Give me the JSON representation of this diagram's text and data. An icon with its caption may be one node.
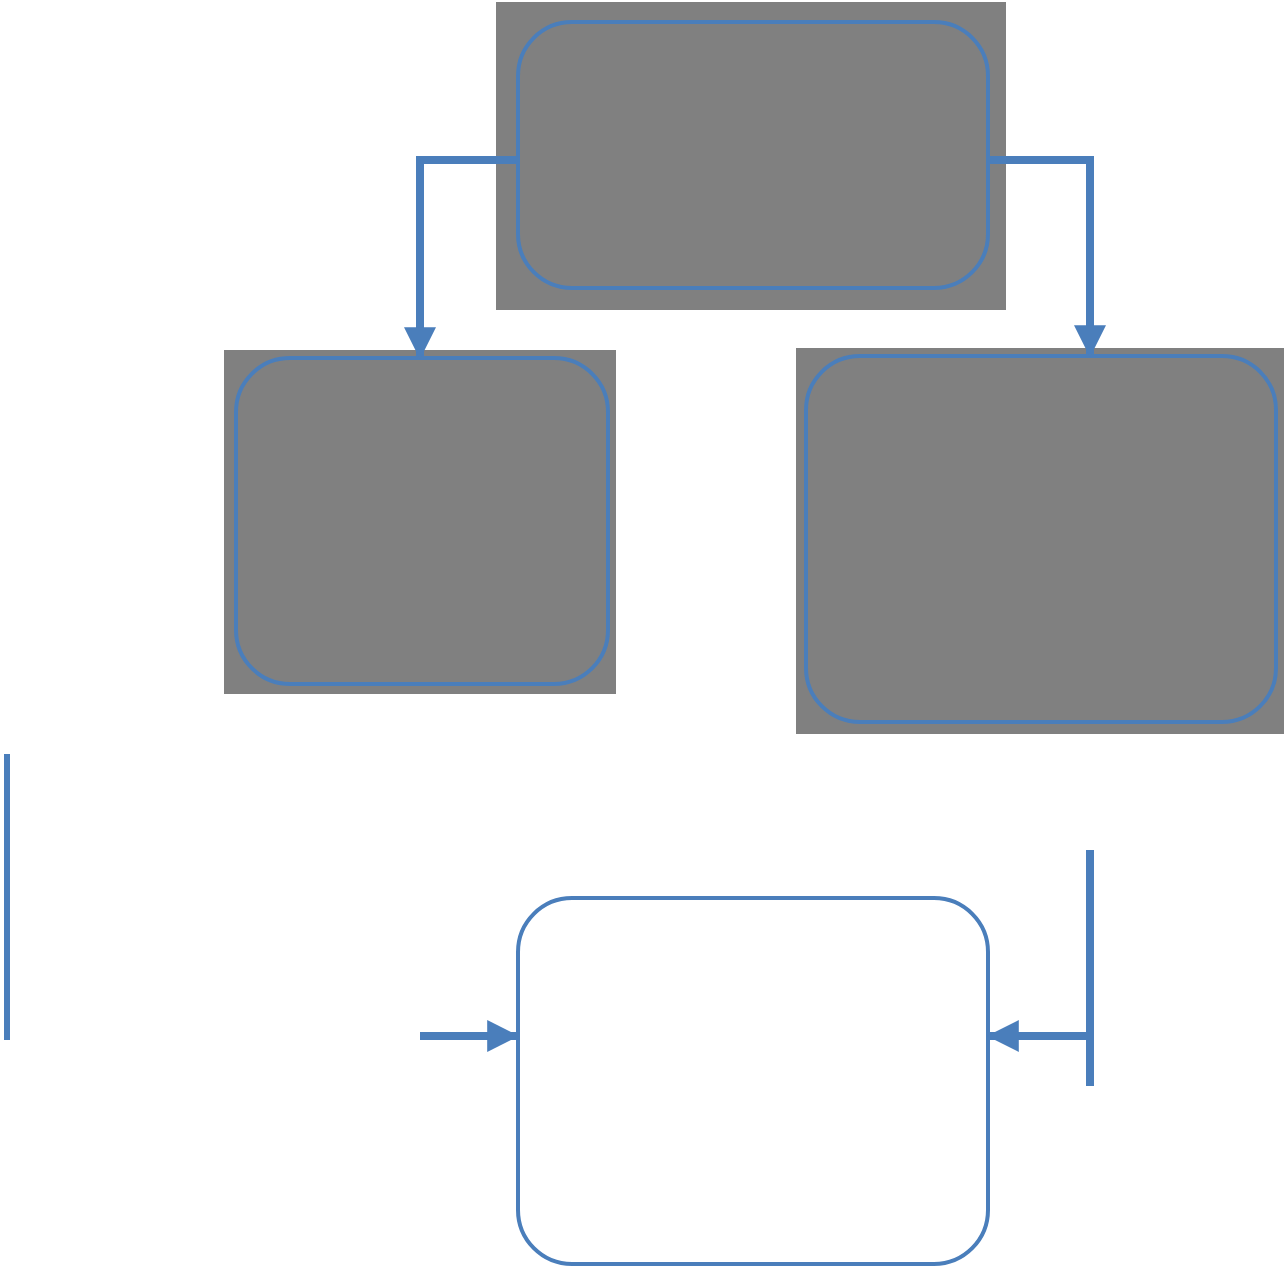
{
  "diagram": {
    "nodes": [
      {
        "text": [],
        "shape": "box"
      },
      {
        "text": [],
        "shape": "box"
      },
      {
        "text": [],
        "shape": "box"
      },
      {
        "text": [],
        "shape": "box"
      },
      {
        "text": [],
        "shape": "bar"
      }
    ],
    "edges": [
      {
        "from": 0,
        "to": 1,
        "arrow": "to"
      },
      {
        "from": 0,
        "to": 2,
        "arrow": "to"
      },
      {
        "from": null,
        "to": 3,
        "arrow": "to"
      },
      {
        "from": 4,
        "to": 3,
        "arrow": "to"
      }
    ]
  }
}
